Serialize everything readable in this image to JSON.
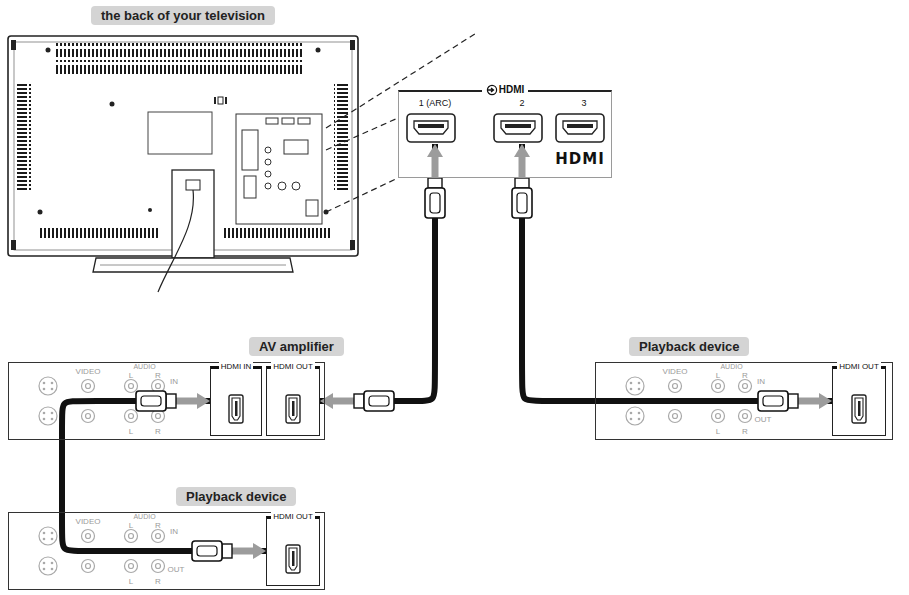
{
  "diagram": {
    "nodes": [
      {
        "text": [
          "the back of your television"
        ]
      },
      {
        "text": [
          "HDMI",
          "HDMI"
        ]
      },
      {
        "text": [
          "1 (ARC)"
        ],
        "in": 1
      },
      {
        "text": [
          "2"
        ],
        "in": 1
      },
      {
        "text": [
          "3"
        ],
        "in": 1
      },
      {
        "text": [
          "AV amplifier"
        ]
      },
      {
        "text": [
          "HDMI IN"
        ],
        "in": 5
      },
      {
        "text": [
          "HDMI OUT"
        ],
        "in": 5
      },
      {
        "text": [
          "Playback device"
        ]
      },
      {
        "text": [
          "HDMI OUT"
        ],
        "in": 8
      },
      {
        "text": [
          "Playback device"
        ]
      },
      {
        "text": [
          "HDMI OUT"
        ],
        "in": 10
      }
    ],
    "edges": [
      {
        "from": 7,
        "to": 2,
        "arrow": "both"
      },
      {
        "from": 9,
        "to": 3,
        "arrow": "both"
      },
      {
        "from": 11,
        "to": 6,
        "arrow": "both"
      }
    ],
    "labels": [
      "VIDEO",
      "AUDIO",
      "L",
      "R",
      "IN",
      "L",
      "R",
      "VIDEO",
      "AUDIO",
      "L",
      "R",
      "IN",
      "OUT",
      "L",
      "R",
      "VIDEO",
      "AUDIO",
      "L",
      "R",
      "IN",
      "OUT",
      "L",
      "R"
    ]
  }
}
